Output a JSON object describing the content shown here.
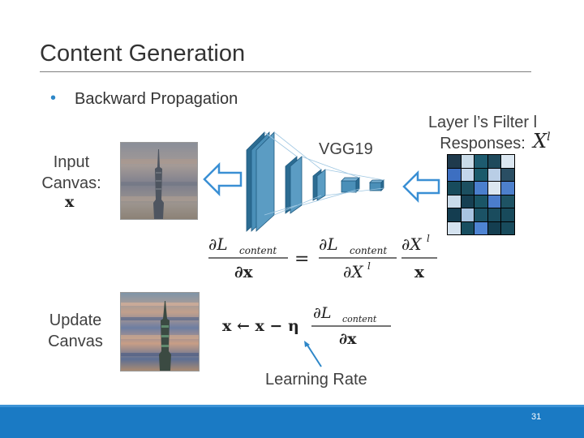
{
  "slide": {
    "title": "Content Generation",
    "bullet": "Backward Propagation",
    "input_label": "Input Canvas:",
    "input_var": "x",
    "update_label": "Update Canvas",
    "network_label": "VGG19",
    "layer_label": "Layer l’s Filter l Responses:",
    "layer_var": "X",
    "layer_var_sup": "l",
    "learning_rate_label": "Learning Rate",
    "page_number": "31"
  },
  "equations": {
    "chain_rule": {
      "lhs_num": "∂L",
      "lhs_num_sub": "content",
      "lhs_den": "∂x",
      "eq": "=",
      "r1_num": "∂L",
      "r1_num_sub": "content",
      "r1_den": "∂X",
      "r1_den_sup": "l",
      "r2_num": "∂X",
      "r2_num_sup": "l",
      "r2_den": "x"
    },
    "update_rule": {
      "lhs": "x ← x − η",
      "num": "∂L",
      "num_sub": "content",
      "den": "∂x"
    }
  },
  "heatmap": {
    "rows": 6,
    "cols": 5,
    "colors": [
      [
        "#1f3a4d",
        "#c9dbe8",
        "#1d5b6f",
        "#1f4a5c",
        "#dbe7f1"
      ],
      [
        "#3d6fc1",
        "#c3d6eb",
        "#1a5a6b",
        "#b9cee6",
        "#2a4e63"
      ],
      [
        "#174b5c",
        "#1c4f60",
        "#4a7fcd",
        "#dbe6f0",
        "#4d80cc"
      ],
      [
        "#c9dbea",
        "#163f52",
        "#1a5566",
        "#4b7dcc",
        "#1e5364"
      ],
      [
        "#143d50",
        "#a8c3e1",
        "#1b5265",
        "#1a4c5e",
        "#184a5b"
      ],
      [
        "#d4e2ef",
        "#184e60",
        "#4e84d2",
        "#143e50",
        "#184b5c"
      ]
    ]
  },
  "colors": {
    "accent": "#1a7ac4",
    "arrow_fill": "#ffffff",
    "arrow_stroke": "#3a8fd4",
    "vgg_block": "#4a8fb8",
    "vgg_block_dark": "#2c6c92"
  }
}
